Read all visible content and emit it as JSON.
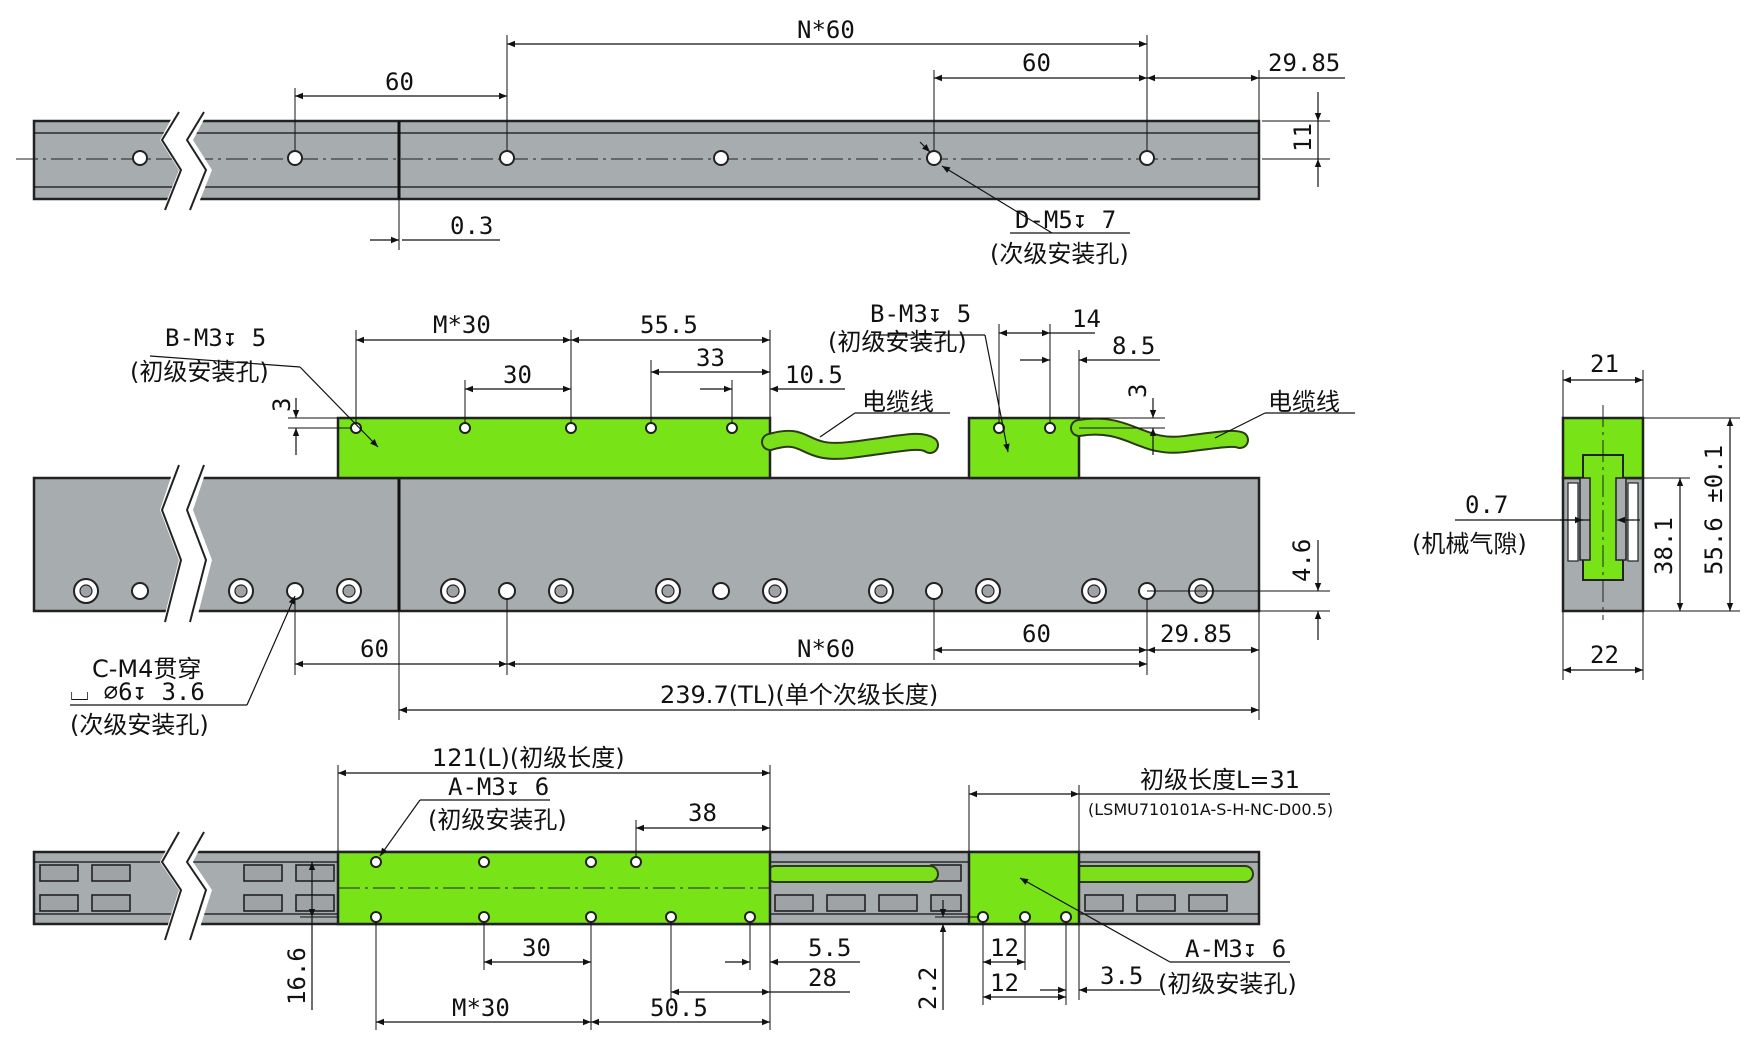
{
  "colors": {
    "rail": "#a7acae",
    "primary": "#78e317",
    "line": "#111111"
  },
  "top_view": {
    "dim_n60": "N*60",
    "dim_60_left": "60",
    "dim_60_right": "60",
    "dim_29_85": "29.85",
    "dim_11": "11",
    "dim_0_3": "0.3",
    "hole_label": "D-M5↧ 7",
    "hole_note": "(次级安装孔)"
  },
  "middle_view": {
    "b_label_left": "B-M3↧ 5",
    "b_note_left": "(初级安装孔)",
    "dim_m30": "M*30",
    "dim_55_5": "55.5",
    "dim_30": "30",
    "dim_33": "33",
    "dim_10_5": "10.5",
    "dim_3_left": "3",
    "cable_left": "电缆线",
    "b_label_right": "B-M3↧ 5",
    "b_note_right": "(初级安装孔)",
    "dim_14": "14",
    "dim_8_5": "8.5",
    "dim_3_right": "3",
    "cable_right": "电缆线",
    "dim_4_6": "4.6",
    "c_label": "C-M4贯穿",
    "c_counterbore": "⌴ ∅6↧ 3.6",
    "c_note": "(次级安装孔)",
    "dim_60_bottom": "60",
    "dim_n60_bottom": "N*60",
    "dim_60_right_bottom": "60",
    "dim_29_85_bottom": "29.85",
    "dim_tl": "239.7(TL)(单个次级长度)"
  },
  "side_view": {
    "dim_21": "21",
    "dim_22": "22",
    "dim_38_1": "38.1",
    "dim_55_6": "55.6 ±0.1",
    "gap_value": "0.7",
    "gap_note": "(机械气隙)"
  },
  "bottom_view": {
    "dim_121": "121(L)(初级长度)",
    "a_label_left": "A-M3↧ 6",
    "a_note_left": "(初级安装孔)",
    "dim_38": "38",
    "dim_16_6": "16.6",
    "dim_30": "30",
    "dim_5_5": "5.5",
    "dim_28": "28",
    "dim_m30": "M*30",
    "dim_50_5": "50.5",
    "l31_title": "初级长度L=31",
    "l31_model": "(LSMU710101A-S-H-NC-D00.5)",
    "dim_2_2": "2.2",
    "dim_12_a": "12",
    "dim_12_b": "12",
    "dim_3_5": "3.5",
    "a_label_right": "A-M3↧ 6",
    "a_note_right": "(初级安装孔)"
  }
}
